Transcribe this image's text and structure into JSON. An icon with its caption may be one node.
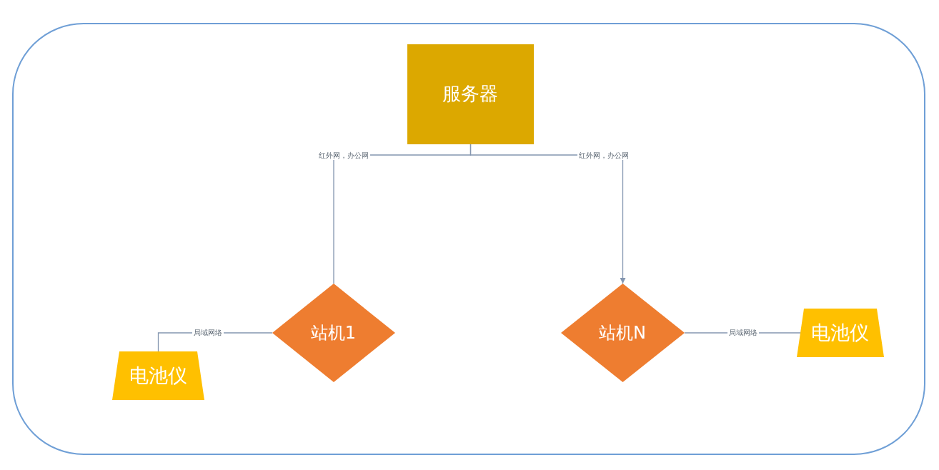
{
  "diagram": {
    "nodes": [
      {
        "text": [],
        "shape": "box"
      },
      {
        "text": [
          "服务器"
        ],
        "in": 0
      },
      {
        "text": [
          "站机1"
        ],
        "in": 0
      },
      {
        "text": [
          "站机N"
        ],
        "in": 0
      },
      {
        "text": [
          "电池仪"
        ],
        "in": 0
      },
      {
        "text": [
          "电池仪"
        ],
        "in": 0
      }
    ],
    "edges": [
      {
        "from": 1,
        "to": 2,
        "arrow": "none",
        "label": "红外网，办公网"
      },
      {
        "from": 1,
        "to": 3,
        "arrow": "to",
        "label": "红外网，办公网"
      },
      {
        "from": 2,
        "to": 4,
        "arrow": "none",
        "label": "局域网络"
      },
      {
        "from": 3,
        "to": 5,
        "arrow": "none",
        "label": "局域网络"
      }
    ]
  }
}
